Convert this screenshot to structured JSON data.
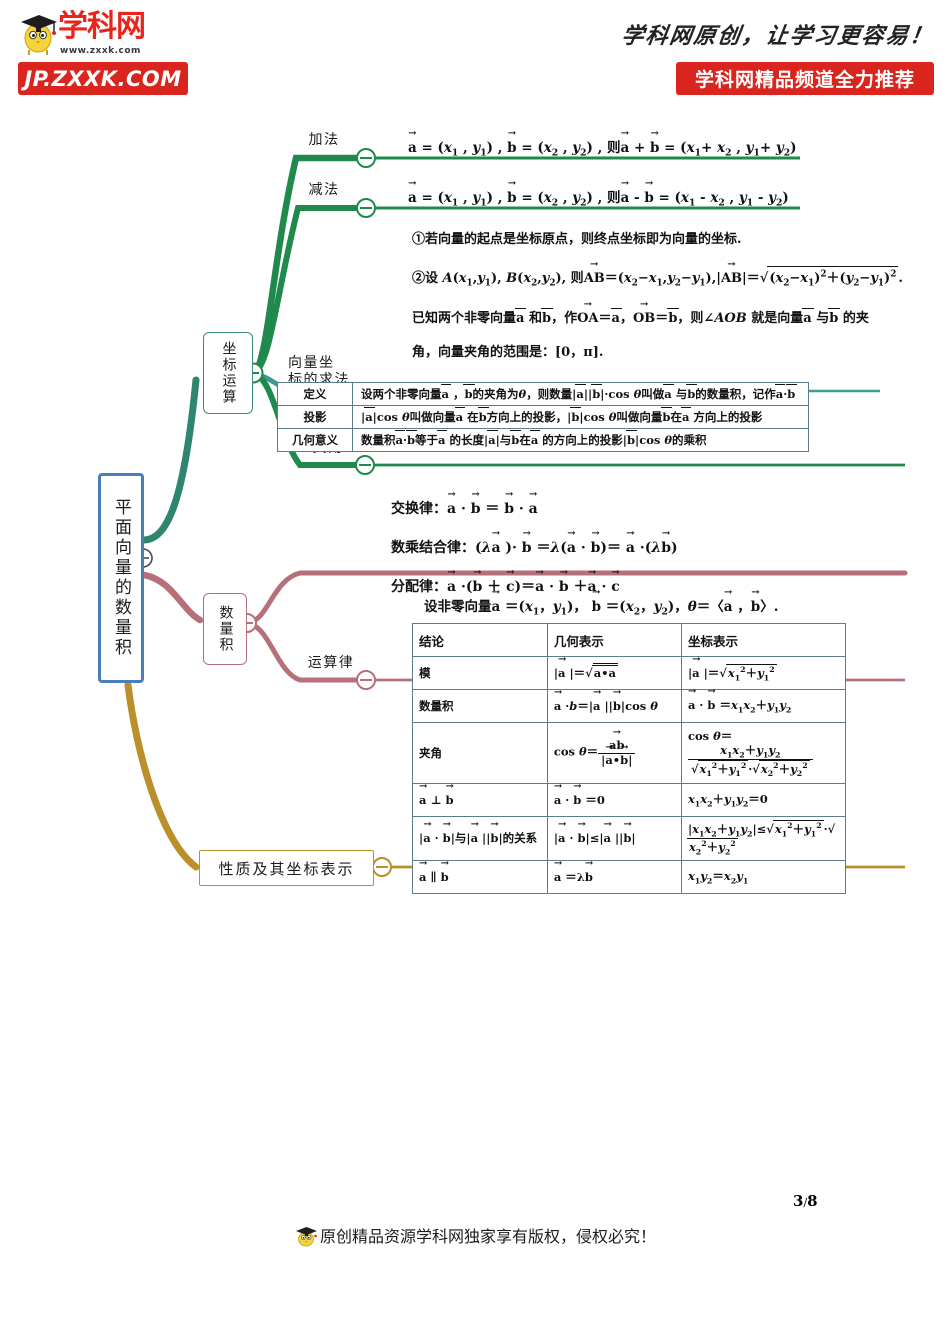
{
  "header": {
    "logo_text": "学科网",
    "logo_url": "www.zxxk.com",
    "left_badge": "JP.ZXXK.COM",
    "slogan": "学科网原创，让学习更容易！",
    "right_badge": "学科网精品频道全力推荐"
  },
  "mindmap": {
    "root": "平面向量的数量积",
    "branches": [
      {
        "name": "坐标运算",
        "color": "#2e7d5b",
        "children": [
          {
            "label": "加法",
            "content": "a = (x1 , y1) , b = (x2 , y2) , 则 a + b = (x1+ x2 , y1+ y2)"
          },
          {
            "label": "减法",
            "content": "a = (x1 , y1) , b = (x2 , y2) , 则 a - b = (x1 - x2 , y1 - y2)"
          },
          {
            "label": "向量坐标的求法",
            "content": "①若向量的起点是坐标原点，则终点坐标即为向量的坐标. ②设 A(x1 , y1) , B(x2 , y2) , 则 AB=(x2−x1 , y2−y1) , |AB|=√((x2−x1)²+(y2−y1)²)."
          },
          {
            "label": "夹角",
            "content": "已知两个非零向量 a 和 b，作 OA＝a，OB＝b，则∠AOB 就是向量 a 与 b 的夹角，向量夹角的范围是：[0，π]."
          }
        ]
      },
      {
        "name": "数量积",
        "color": "#b5707a",
        "children": [
          {
            "label": "运算律",
            "content": "交换律、数乘结合律、分配律"
          }
        ]
      },
      {
        "name": "性质及其坐标表示",
        "color": "#bb8f29",
        "children": []
      }
    ]
  },
  "formulas": {
    "add_label": "加法",
    "sub_label": "减法",
    "coordmethod_label_1": "向量坐",
    "coordmethod_label_2": "标的求法",
    "angle_label": "夹角",
    "oplaw_label": "运算律",
    "add_line": "a = (x1 , y1) , b = (x2 , y2) , 则 a + b = (x1+ x2 , y1+ y2)",
    "sub_line": "a = (x1 , y1) , b = (x2 , y2) , 则 a - b = (x1 - x2 , y1 - y2)",
    "coord_line1": "①若向量的起点是坐标原点，则终点坐标即为向量的坐标.",
    "coord_line2": "②设 A(x1 , y1) , B(x2 , y2) , 则 AB=(x2−x1 , y2−y1) , |AB|=√((x2−x1)²+(y2−y1)²).",
    "angle_line1": "已知两个非零向量 a 和 b，作 OA＝a，OB＝b，则∠AOB 就是向量 a 与 b 的夹",
    "angle_line2": "角，向量夹角的范围是：[0，π].",
    "law_commutative": "交换律：a · b ＝ b · a",
    "law_scalar": "数乘结合律：(λa) · b ＝λ(a · b)＝ a ·(λb)",
    "law_distributive": "分配律：a ·(b ＋ c)＝ a · b ＋ a · c"
  },
  "def_table": {
    "rows": [
      {
        "key": "定义",
        "value": "设两个非零向量a ，b的夹角为θ，则数量|a||b|·cos θ叫做a 与b的数量积，记作a·b"
      },
      {
        "key": "投影",
        "value": "|a|cos θ叫做向量a 在b方向上的投影，|b|cos θ叫做向量b在a 方向上的投影"
      },
      {
        "key": "几何意义",
        "value": "数量积a·b等于a 的长度|a|与b在a 的方向上的投影|b|cos θ的乘积"
      }
    ]
  },
  "prop_table": {
    "caption": "设非零向量a ＝(x1，y1)，b ＝(x2，y2)，θ＝〈a，b〉.",
    "headers": [
      "结论",
      "几何表示",
      "坐标表示"
    ],
    "rows": [
      {
        "conclusion": "模",
        "geometric": "|a|＝√(a·a)",
        "coordinate": "|a|＝√(x1²+y1²)"
      },
      {
        "conclusion": "数量积",
        "geometric": "a·b＝|a||b|cos θ",
        "coordinate": "a · b ＝x1x2＋y1y2"
      },
      {
        "conclusion": "夹角",
        "geometric": "cos θ＝ ab / (|a|·|b|)",
        "coordinate": "cos θ＝ (x1x2＋y1y2) / (√(x1²+y1²)·√(x2²+y2²))"
      },
      {
        "conclusion": "a ⊥ b",
        "geometric": "a · b ＝0",
        "coordinate": "x1x2＋y1y2＝0"
      },
      {
        "conclusion": "|a·b|与|a||b|的关系",
        "geometric": "|a · b|≤|a||b|",
        "coordinate": "|x1x2＋y1y2|≤√(x1²+y1²)·√(x2²+y2²)"
      },
      {
        "conclusion": "a ∥ b",
        "geometric": "a ＝λb",
        "coordinate": "x1y2＝x2y1"
      }
    ]
  },
  "footer": {
    "page_current": "3",
    "page_sep": "/",
    "page_total": "8",
    "note": "原创精品资源学科网独家享有版权，侵权必究！"
  }
}
